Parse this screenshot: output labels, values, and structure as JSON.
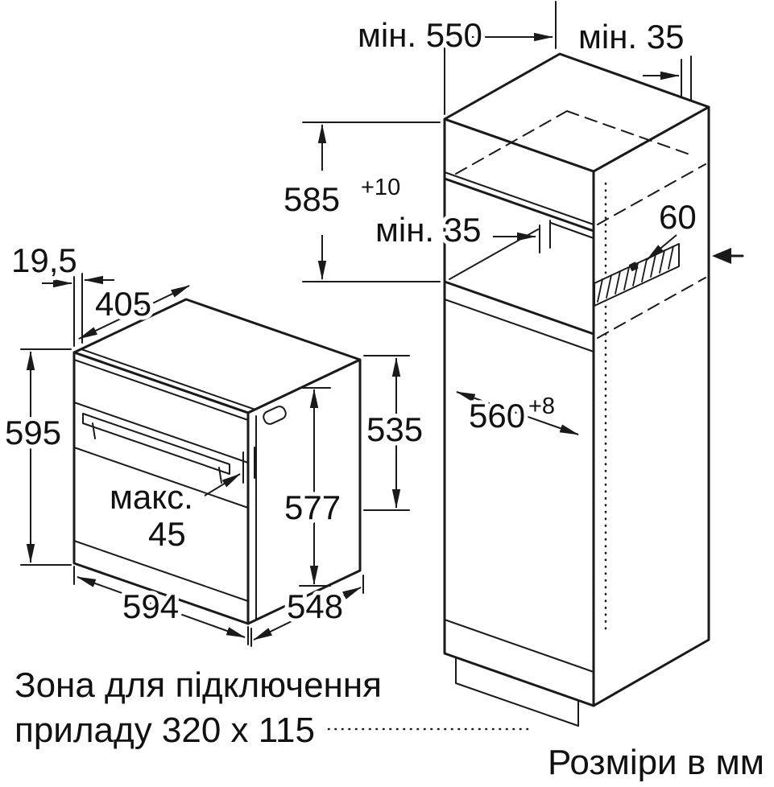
{
  "diagram": {
    "colors": {
      "line": "#1a1a1a",
      "background": "#ffffff"
    },
    "oven": {
      "front_overhang": "19,5",
      "top_depth": "405",
      "front_height": "595",
      "rear_height": "535",
      "body_height": "577",
      "handle_max_label": "макс.",
      "handle_max_value": "45",
      "width": "594",
      "body_depth": "548"
    },
    "cabinet": {
      "min_depth": "мін. 550",
      "min_top_clearance": "мін. 35",
      "niche_height": "585",
      "niche_height_tolerance": "+10",
      "min_rear_gap": "мін. 35",
      "vent_cutout": "60",
      "niche_width": "560",
      "niche_width_tolerance": "+8"
    },
    "notes": {
      "connection_zone_line1": "Зона для підключення",
      "connection_zone_line2": "приладу 320 x 115",
      "units_label": "Розміри в мм"
    }
  }
}
